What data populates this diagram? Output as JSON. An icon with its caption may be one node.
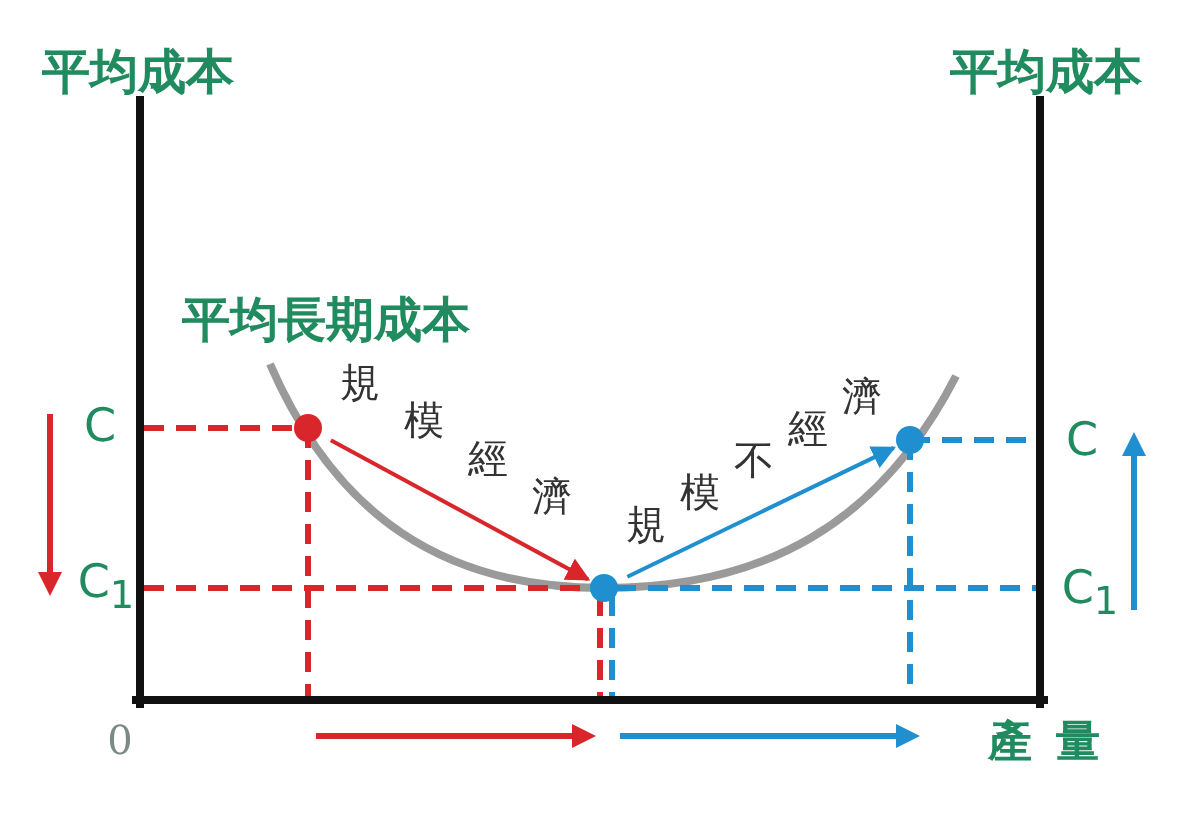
{
  "diagram": {
    "nodes": [
      {
        "text": [],
        "shape": "circle"
      },
      {
        "text": [],
        "shape": "circle"
      },
      {
        "text": [],
        "shape": "circle"
      }
    ],
    "edges": [
      {
        "from": 0,
        "to": 1,
        "arrow": "to",
        "label": "規模經濟",
        "color": "#d9262a"
      },
      {
        "from": 1,
        "to": 2,
        "arrow": "to",
        "label": "規模不經濟",
        "color": "#1f8fd0"
      }
    ],
    "labels": [
      "平均成本",
      "平均成本",
      "平均長期成本",
      "C",
      "C",
      "C$_{1}$",
      "C$_{1}$",
      "0",
      "產量"
    ]
  }
}
